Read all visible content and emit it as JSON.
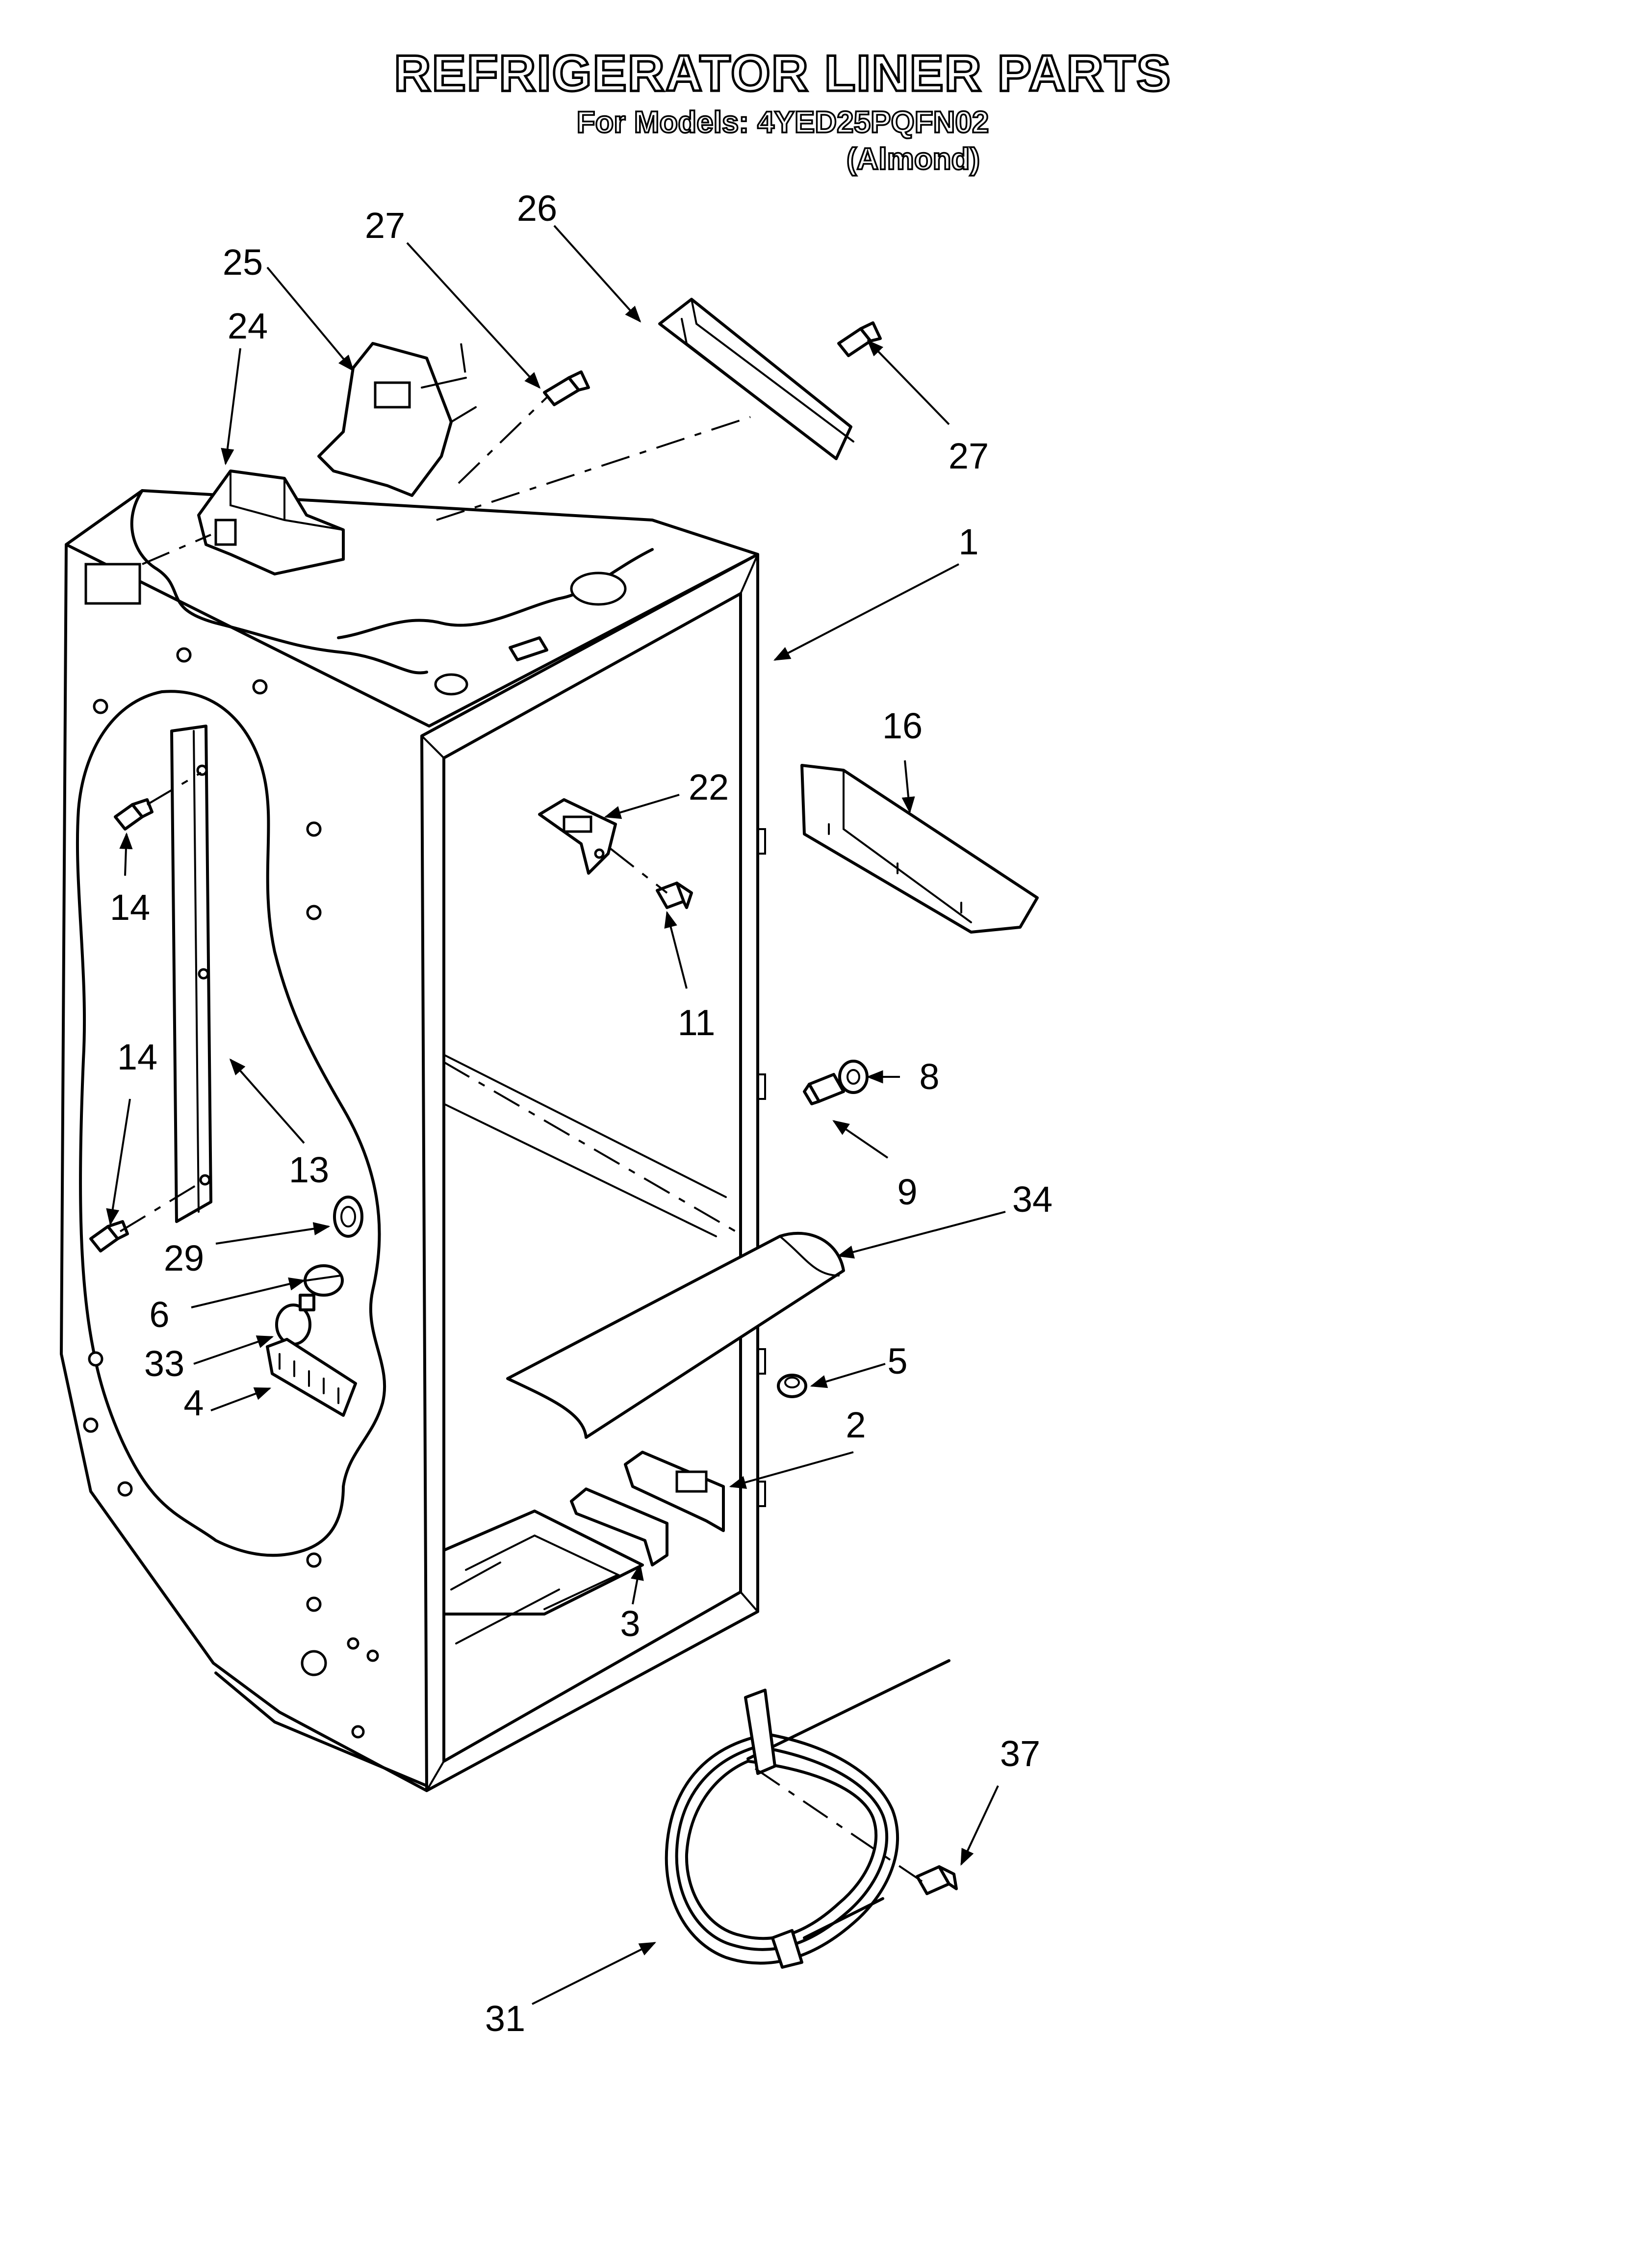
{
  "header": {
    "title": "REFRIGERATOR LINER PARTS",
    "models_line": "For Models: 4YED25PQFN02",
    "color_line": "(Almond)"
  },
  "callouts": [
    {
      "id": "c27a",
      "label": "27"
    },
    {
      "id": "c26",
      "label": "26"
    },
    {
      "id": "c25",
      "label": "25"
    },
    {
      "id": "c24",
      "label": "24"
    },
    {
      "id": "c27b",
      "label": "27"
    },
    {
      "id": "c1",
      "label": "1"
    },
    {
      "id": "c16",
      "label": "16"
    },
    {
      "id": "c22",
      "label": "22"
    },
    {
      "id": "c11",
      "label": "11"
    },
    {
      "id": "c14a",
      "label": "14"
    },
    {
      "id": "c14b",
      "label": "14"
    },
    {
      "id": "c13",
      "label": "13"
    },
    {
      "id": "c8",
      "label": "8"
    },
    {
      "id": "c9",
      "label": "9"
    },
    {
      "id": "c34",
      "label": "34"
    },
    {
      "id": "c29",
      "label": "29"
    },
    {
      "id": "c6",
      "label": "6"
    },
    {
      "id": "c33",
      "label": "33"
    },
    {
      "id": "c4",
      "label": "4"
    },
    {
      "id": "c5",
      "label": "5"
    },
    {
      "id": "c2",
      "label": "2"
    },
    {
      "id": "c3",
      "label": "3"
    },
    {
      "id": "c37",
      "label": "37"
    },
    {
      "id": "c31",
      "label": "31"
    }
  ],
  "colors": {
    "line": "#000000",
    "background": "#ffffff"
  }
}
